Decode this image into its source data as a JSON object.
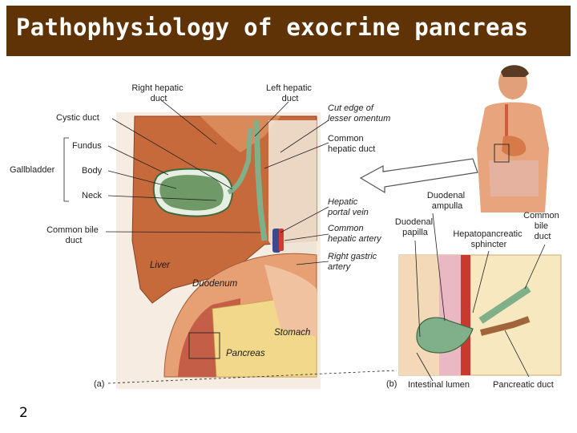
{
  "title": "Pathophysiology of exocrine pancreas",
  "slide_number": "2",
  "labels": {
    "right_hepatic_duct": [
      "Right hepatic",
      "duct"
    ],
    "left_hepatic_duct": [
      "Left hepatic",
      "duct"
    ],
    "cut_edge": [
      "Cut edge of",
      "lesser omentum"
    ],
    "common_hepatic_duct": [
      "Common",
      "hepatic duct"
    ],
    "cystic_duct": "Cystic duct",
    "fundus": "Fundus",
    "body": "Body",
    "neck": "Neck",
    "gallbladder": "Gallbladder",
    "hepatic_portal_vein": [
      "Hepatic",
      "portal vein"
    ],
    "common_hepatic_artery": [
      "Common",
      "hepatic artery"
    ],
    "right_gastric_artery": [
      "Right gastric",
      "artery"
    ],
    "common_bile_duct_a": [
      "Common bile",
      "duct"
    ],
    "liver": "Liver",
    "duodenum": "Duodenum",
    "stomach": "Stomach",
    "pancreas": "Pancreas",
    "panel_a": "(a)",
    "panel_b": "(b)",
    "duodenal_ampulla": [
      "Duodenal",
      "ampulla"
    ],
    "duodenal_papilla": [
      "Duodenal",
      "papilla"
    ],
    "hepatopancreatic_sphincter": [
      "Hepatopancreatic",
      "sphincter"
    ],
    "common_bile_duct_b": [
      "Common",
      "bile",
      "duct"
    ],
    "intestinal_lumen": "Intestinal lumen",
    "pancreatic_duct": "Pancreatic duct"
  },
  "colors": {
    "title_bar": "#5f3306",
    "liver": "#c86a3a",
    "gallbladder": "#6f9a68",
    "duct": "#7fb08a",
    "pancreas": "#f2d88a",
    "duodenum": "#e8a77a"
  }
}
